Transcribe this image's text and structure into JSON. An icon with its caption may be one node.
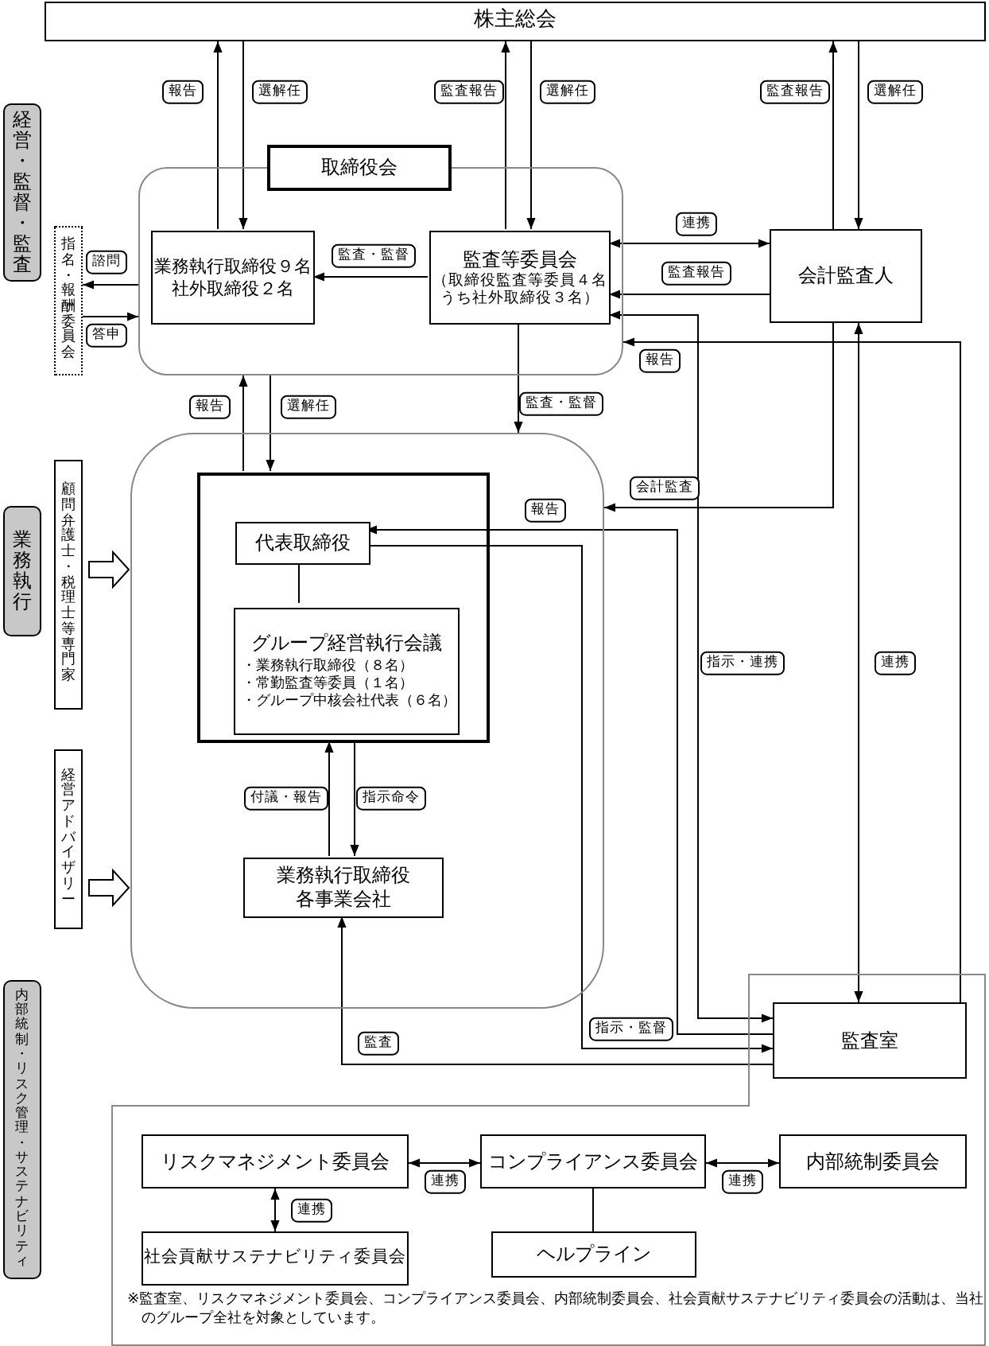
{
  "diagram": {
    "nodes": [
      {
        "text": [
          "株主総会"
        ]
      },
      {
        "text": [],
        "shape": "box"
      },
      {
        "text": [
          "業務執行取締役９名社外取締役２名"
        ],
        "in": 1
      },
      {
        "text": [
          "監査等委員会",
          "（取締役監査等委員４名うち社外取締役３名）"
        ],
        "in": 1
      },
      {
        "text": [
          "会計監査人"
        ]
      },
      {
        "text": [
          "指名・報酬委員会"
        ]
      },
      {
        "text": [],
        "shape": "box"
      },
      {
        "text": [],
        "shape": "box",
        "in": 6
      },
      {
        "text": [
          "代表取締役"
        ],
        "in": 7
      },
      {
        "text": [
          "グループ経営執行会議",
          "・業務執行取締役（８名）",
          "・常勤監査等委員（１名）",
          "・グループ中核会社代表（６名）"
        ],
        "in": 7
      },
      {
        "text": [
          "業務執行取締役各事業会社"
        ],
        "in": 6
      },
      {
        "text": [
          "顧問弁護士・税理士等専門家"
        ]
      },
      {
        "text": [
          "経営アドバイザリー"
        ]
      },
      {
        "text": [
          "※監査室、リスクマネジメント委員会、コンプライアンス委員会、内部統制委員会、社会貢献サステナビリティ委員会の活動は、当社のグループ全社を対象としています。"
        ]
      },
      {
        "text": [
          "監査室"
        ],
        "in": 13
      },
      {
        "text": [
          "リスクマネジメント委員会"
        ],
        "in": 13
      },
      {
        "text": [
          "コンプライアンス委員会"
        ],
        "in": 13
      },
      {
        "text": [
          "内部統制委員会"
        ],
        "in": 13
      },
      {
        "text": [
          "社会貢献サステナビリティ委員会"
        ],
        "in": 13
      },
      {
        "text": [
          "ヘルプライン"
        ],
        "in": 13
      },
      {
        "text": [
          "取締役会"
        ]
      },
      {
        "text": [
          "経営・監督・監査"
        ]
      },
      {
        "text": [
          "業務執行"
        ]
      },
      {
        "text": [
          "内部統制・リスク管理・サステナビリティ"
        ]
      }
    ],
    "edges": [
      {
        "from": 2,
        "to": 0,
        "arrow": "to",
        "label": "報告"
      },
      {
        "from": 0,
        "to": 2,
        "arrow": "to",
        "label": "選解任"
      },
      {
        "from": 3,
        "to": 0,
        "arrow": "to",
        "label": "監査報告"
      },
      {
        "from": 0,
        "to": 3,
        "arrow": "to",
        "label": "選解任"
      },
      {
        "from": 4,
        "to": 0,
        "arrow": "to",
        "label": "監査報告"
      },
      {
        "from": 0,
        "to": 4,
        "arrow": "to",
        "label": "選解任"
      },
      {
        "from": 3,
        "to": 2,
        "arrow": "to",
        "label": "監査・監督"
      },
      {
        "from": 3,
        "to": 4,
        "arrow": "both",
        "label": "連携"
      },
      {
        "from": 4,
        "to": 3,
        "arrow": "to",
        "label": "監査報告"
      },
      {
        "from": 1,
        "to": 5,
        "arrow": "to",
        "label": "諮問"
      },
      {
        "from": 5,
        "to": 1,
        "arrow": "to",
        "label": "答申"
      },
      {
        "from": 7,
        "to": 1,
        "arrow": "to",
        "label": "報告"
      },
      {
        "from": 1,
        "to": 7,
        "arrow": "to",
        "label": "選解任"
      },
      {
        "from": 3,
        "to": 6,
        "arrow": "to",
        "label": "監査・監督"
      },
      {
        "from": 4,
        "to": 6,
        "arrow": "to",
        "label": "会計監査"
      },
      {
        "from": 14,
        "to": 8,
        "arrow": "to",
        "label": "報告"
      },
      {
        "from": 8,
        "to": 14,
        "arrow": "to",
        "label": "指示・監督"
      },
      {
        "from": 3,
        "to": 14,
        "arrow": "both",
        "label": "指示・連携"
      },
      {
        "from": 4,
        "to": 14,
        "arrow": "both",
        "label": "連携"
      },
      {
        "from": 14,
        "to": 1,
        "arrow": "to",
        "label": "報告"
      },
      {
        "from": 14,
        "to": 10,
        "arrow": "to",
        "label": "監査"
      },
      {
        "from": 7,
        "to": 10,
        "arrow": "to",
        "label": "指示命令"
      },
      {
        "from": 10,
        "to": 7,
        "arrow": "to",
        "label": "付議・報告"
      },
      {
        "from": 8,
        "to": 9,
        "arrow": "none"
      },
      {
        "from": 15,
        "to": 16,
        "arrow": "both",
        "label": "連携"
      },
      {
        "from": 16,
        "to": 17,
        "arrow": "both",
        "label": "連携"
      },
      {
        "from": 15,
        "to": 18,
        "arrow": "both",
        "label": "連携"
      },
      {
        "from": 16,
        "to": 19,
        "arrow": "none"
      },
      {
        "from": 11,
        "to": 6,
        "arrow": "to",
        "style": "thick"
      },
      {
        "from": 12,
        "to": 6,
        "arrow": "to",
        "style": "thick"
      }
    ]
  }
}
